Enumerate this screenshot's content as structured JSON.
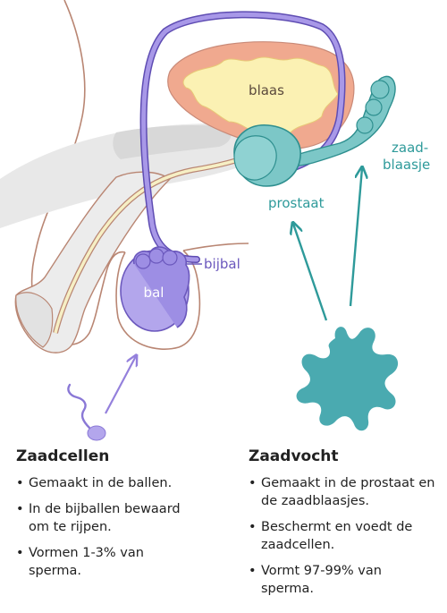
{
  "diagram": {
    "labels": {
      "blaas": "blaas",
      "zaadblaasje_1": "zaad-",
      "zaadblaasje_2": "blaasje",
      "prostaat": "prostaat",
      "bijbal": "bijbal",
      "bal": "bal"
    },
    "colors": {
      "vas_deferens": "#8a78d6",
      "sperm_arrow": "#9480dc",
      "fluid": "#4aaab0",
      "fluid_arrow": "#2e9a9a",
      "bladder_wall": "#f0a98f",
      "bladder_inner": "#fbf1b3",
      "prostate": "#7cc7c7",
      "testis": "#b3a6ec",
      "skin_outline": "#b98673",
      "urethra": "#f6efc4"
    }
  },
  "sperm_cells": {
    "title": "Zaadcellen",
    "items": [
      "Gemaakt in de ballen.",
      "In de bijballen bewaard om te rijpen.",
      "Vormen 1-3% van sperma."
    ]
  },
  "seminal_fluid": {
    "title": "Zaadvocht",
    "items": [
      "Gemaakt in de prostaat en de zaadblaasjes.",
      "Beschermt en voedt de zaadcellen.",
      "Vormt 97-99% van sperma."
    ]
  }
}
